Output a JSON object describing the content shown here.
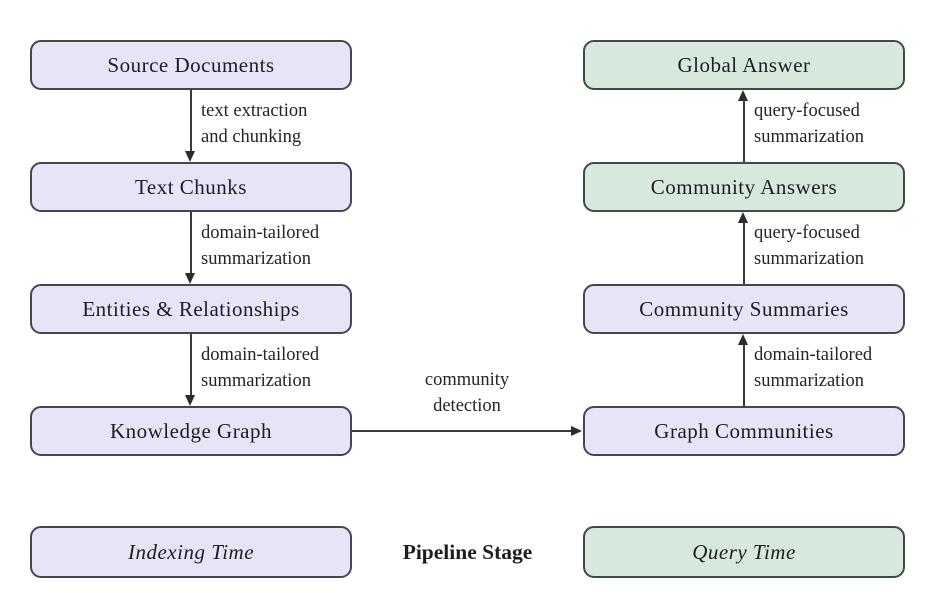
{
  "diagram": {
    "type": "flowchart",
    "indexing_flow": {
      "boxes": [
        {
          "label": "Source Documents"
        },
        {
          "label": "Text Chunks"
        },
        {
          "label": "Entities & Relationships"
        },
        {
          "label": "Knowledge Graph"
        }
      ],
      "arrows": [
        {
          "line1": "text extraction",
          "line2": "and chunking",
          "direction": "down"
        },
        {
          "line1": "domain-tailored",
          "line2": "summarization",
          "direction": "down"
        },
        {
          "line1": "domain-tailored",
          "line2": "summarization",
          "direction": "down"
        }
      ]
    },
    "query_flow": {
      "boxes": [
        {
          "label": "Global Answer"
        },
        {
          "label": "Community Answers"
        },
        {
          "label": "Community Summaries"
        },
        {
          "label": "Graph Communities"
        }
      ],
      "arrows": [
        {
          "line1": "query-focused",
          "line2": "summarization",
          "direction": "up"
        },
        {
          "line1": "query-focused",
          "line2": "summarization",
          "direction": "up"
        },
        {
          "line1": "domain-tailored",
          "line2": "summarization",
          "direction": "up"
        }
      ]
    },
    "cross_arrow": {
      "line1": "community",
      "line2": "detection",
      "direction": "right"
    },
    "legend": {
      "indexing": "Indexing Time",
      "center": "Pipeline Stage",
      "query": "Query Time"
    },
    "colors": {
      "indexing_fill": "#e6e5f8",
      "query_fill": "#d7e9dd",
      "box_border_indexing": "#46464f",
      "box_border_query": "#3e4c44",
      "arrow": "#3a3a3a",
      "text": "#1d1d20",
      "background": "#ffffff"
    }
  }
}
